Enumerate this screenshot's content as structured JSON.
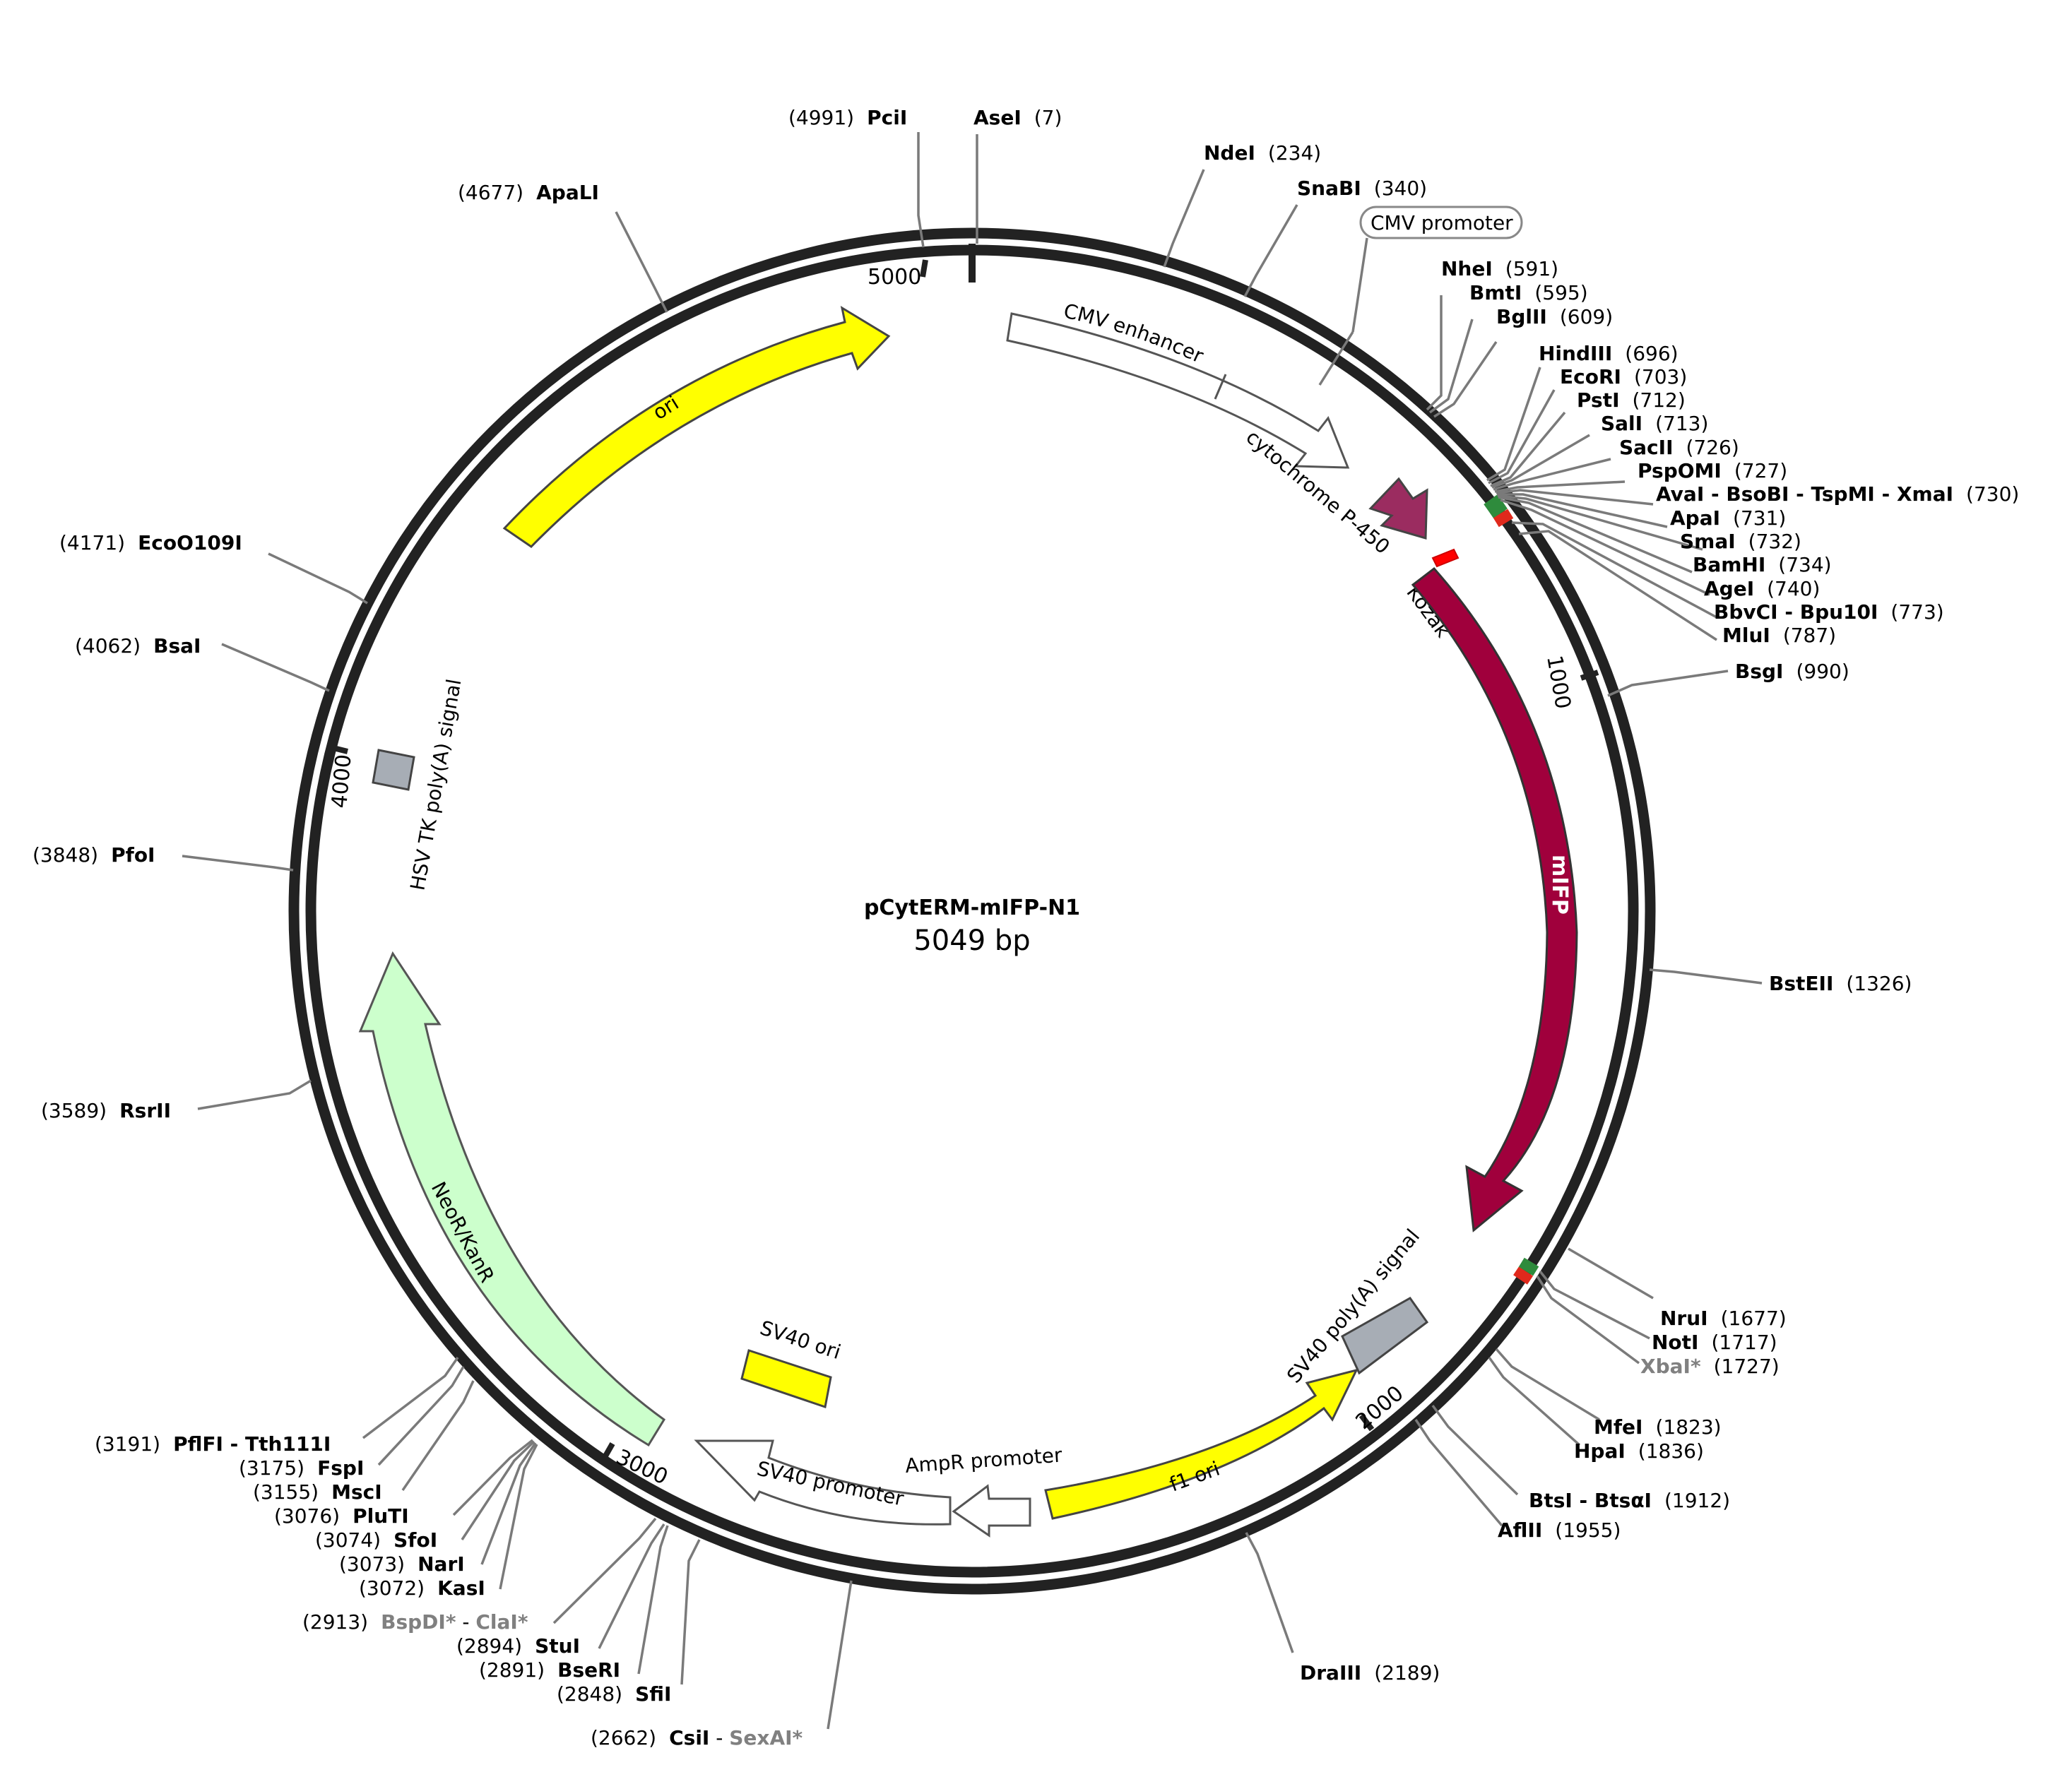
{
  "plasmid": {
    "name": "pCytERM-mIFP-N1",
    "length_label": "5049 bp",
    "length": 5049
  },
  "ticks": [
    "1000",
    "2000",
    "3000",
    "4000",
    "5000"
  ],
  "colors": {
    "backbone": "#222222",
    "ori": "#ffff00",
    "mIFP": "#a0003c",
    "cytochrome": "#9b2c60",
    "neo": "#ccffcc",
    "polyA": "#a7adb5",
    "promoter": "#ffffff",
    "kozak": "#ff0000",
    "mcs_red": "#e0291c",
    "mcs_green": "#2e8b3c",
    "lead": "#7a7a7a"
  },
  "features": [
    {
      "id": "cmv-enhancer",
      "label": "CMV enhancer",
      "color": "#ffffff"
    },
    {
      "id": "cmv-promoter",
      "label": "CMV promoter",
      "color": "#ffffff"
    },
    {
      "id": "cytochrome",
      "label": "cytochrome P-450",
      "color": "#9b2c60"
    },
    {
      "id": "kozak",
      "label": "Kozak",
      "color": "#ff0000"
    },
    {
      "id": "mifp",
      "label": "mIFP",
      "color": "#a0003c"
    },
    {
      "id": "sv40-polya",
      "label": "SV40 poly(A) signal",
      "color": "#a7adb5"
    },
    {
      "id": "f1-ori",
      "label": "f1 ori",
      "color": "#ffff00"
    },
    {
      "id": "ampr-promoter",
      "label": "AmpR promoter",
      "color": "#ffffff"
    },
    {
      "id": "sv40-promoter",
      "label": "SV40 promoter",
      "color": "#ffffff"
    },
    {
      "id": "sv40-ori",
      "label": "SV40 ori",
      "color": "#ffff00"
    },
    {
      "id": "neor",
      "label": "NeoR/KanR",
      "color": "#ccffcc"
    },
    {
      "id": "hsv-polya",
      "label": "HSV TK poly(A) signal",
      "color": "#a7adb5"
    },
    {
      "id": "ori",
      "label": "ori",
      "color": "#ffff00"
    }
  ],
  "sites": [
    {
      "name": "PciI",
      "pos": "(4991)"
    },
    {
      "name": "AseI",
      "pos": "(7)"
    },
    {
      "name": "NdeI",
      "pos": "(234)"
    },
    {
      "name": "SnaBI",
      "pos": "(340)"
    },
    {
      "name": "NheI",
      "pos": "(591)"
    },
    {
      "name": "BmtI",
      "pos": "(595)"
    },
    {
      "name": "BglII",
      "pos": "(609)"
    },
    {
      "name": "HindIII",
      "pos": "(696)"
    },
    {
      "name": "EcoRI",
      "pos": "(703)"
    },
    {
      "name": "PstI",
      "pos": "(712)"
    },
    {
      "name": "SalI",
      "pos": "(713)"
    },
    {
      "name": "SacII",
      "pos": "(726)"
    },
    {
      "name": "PspOMI",
      "pos": "(727)"
    },
    {
      "name": "AvaI - BsoBI - TspMI - XmaI",
      "pos": "(730)"
    },
    {
      "name": "ApaI",
      "pos": "(731)"
    },
    {
      "name": "SmaI",
      "pos": "(732)"
    },
    {
      "name": "BamHI",
      "pos": "(734)"
    },
    {
      "name": "AgeI",
      "pos": "(740)"
    },
    {
      "name": "BbvCI - Bpu10I",
      "pos": "(773)"
    },
    {
      "name": "MluI",
      "pos": "(787)"
    },
    {
      "name": "BsgI",
      "pos": "(990)"
    },
    {
      "name": "BstEII",
      "pos": "(1326)"
    },
    {
      "name": "NruI",
      "pos": "(1677)"
    },
    {
      "name": "NotI",
      "pos": "(1717)"
    },
    {
      "name": "XbaI*",
      "pos": "(1727)"
    },
    {
      "name": "MfeI",
      "pos": "(1823)"
    },
    {
      "name": "HpaI",
      "pos": "(1836)"
    },
    {
      "name": "BtsI - BtsαI",
      "pos": "(1912)"
    },
    {
      "name": "AflII",
      "pos": "(1955)"
    },
    {
      "name": "DraIII",
      "pos": "(2189)"
    },
    {
      "name": "CsiI",
      "name2": "SexAI*",
      "pos": "(2662)"
    },
    {
      "name": "SfiI",
      "pos": "(2848)"
    },
    {
      "name": "BseRI",
      "pos": "(2891)"
    },
    {
      "name": "StuI",
      "pos": "(2894)"
    },
    {
      "name": "BspDI*",
      "name2": "ClaI*",
      "pos": "(2913)"
    },
    {
      "name": "KasI",
      "pos": "(3072)"
    },
    {
      "name": "NarI",
      "pos": "(3073)"
    },
    {
      "name": "SfoI",
      "pos": "(3074)"
    },
    {
      "name": "PluTI",
      "pos": "(3076)"
    },
    {
      "name": "MscI",
      "pos": "(3155)"
    },
    {
      "name": "FspI",
      "pos": "(3175)"
    },
    {
      "name": "PflFI - Tth111I",
      "pos": "(3191)"
    },
    {
      "name": "RsrII",
      "pos": "(3589)"
    },
    {
      "name": "PfoI",
      "pos": "(3848)"
    },
    {
      "name": "BsaI",
      "pos": "(4062)"
    },
    {
      "name": "EcoO109I",
      "pos": "(4171)"
    },
    {
      "name": "ApaLI",
      "pos": "(4677)"
    }
  ]
}
